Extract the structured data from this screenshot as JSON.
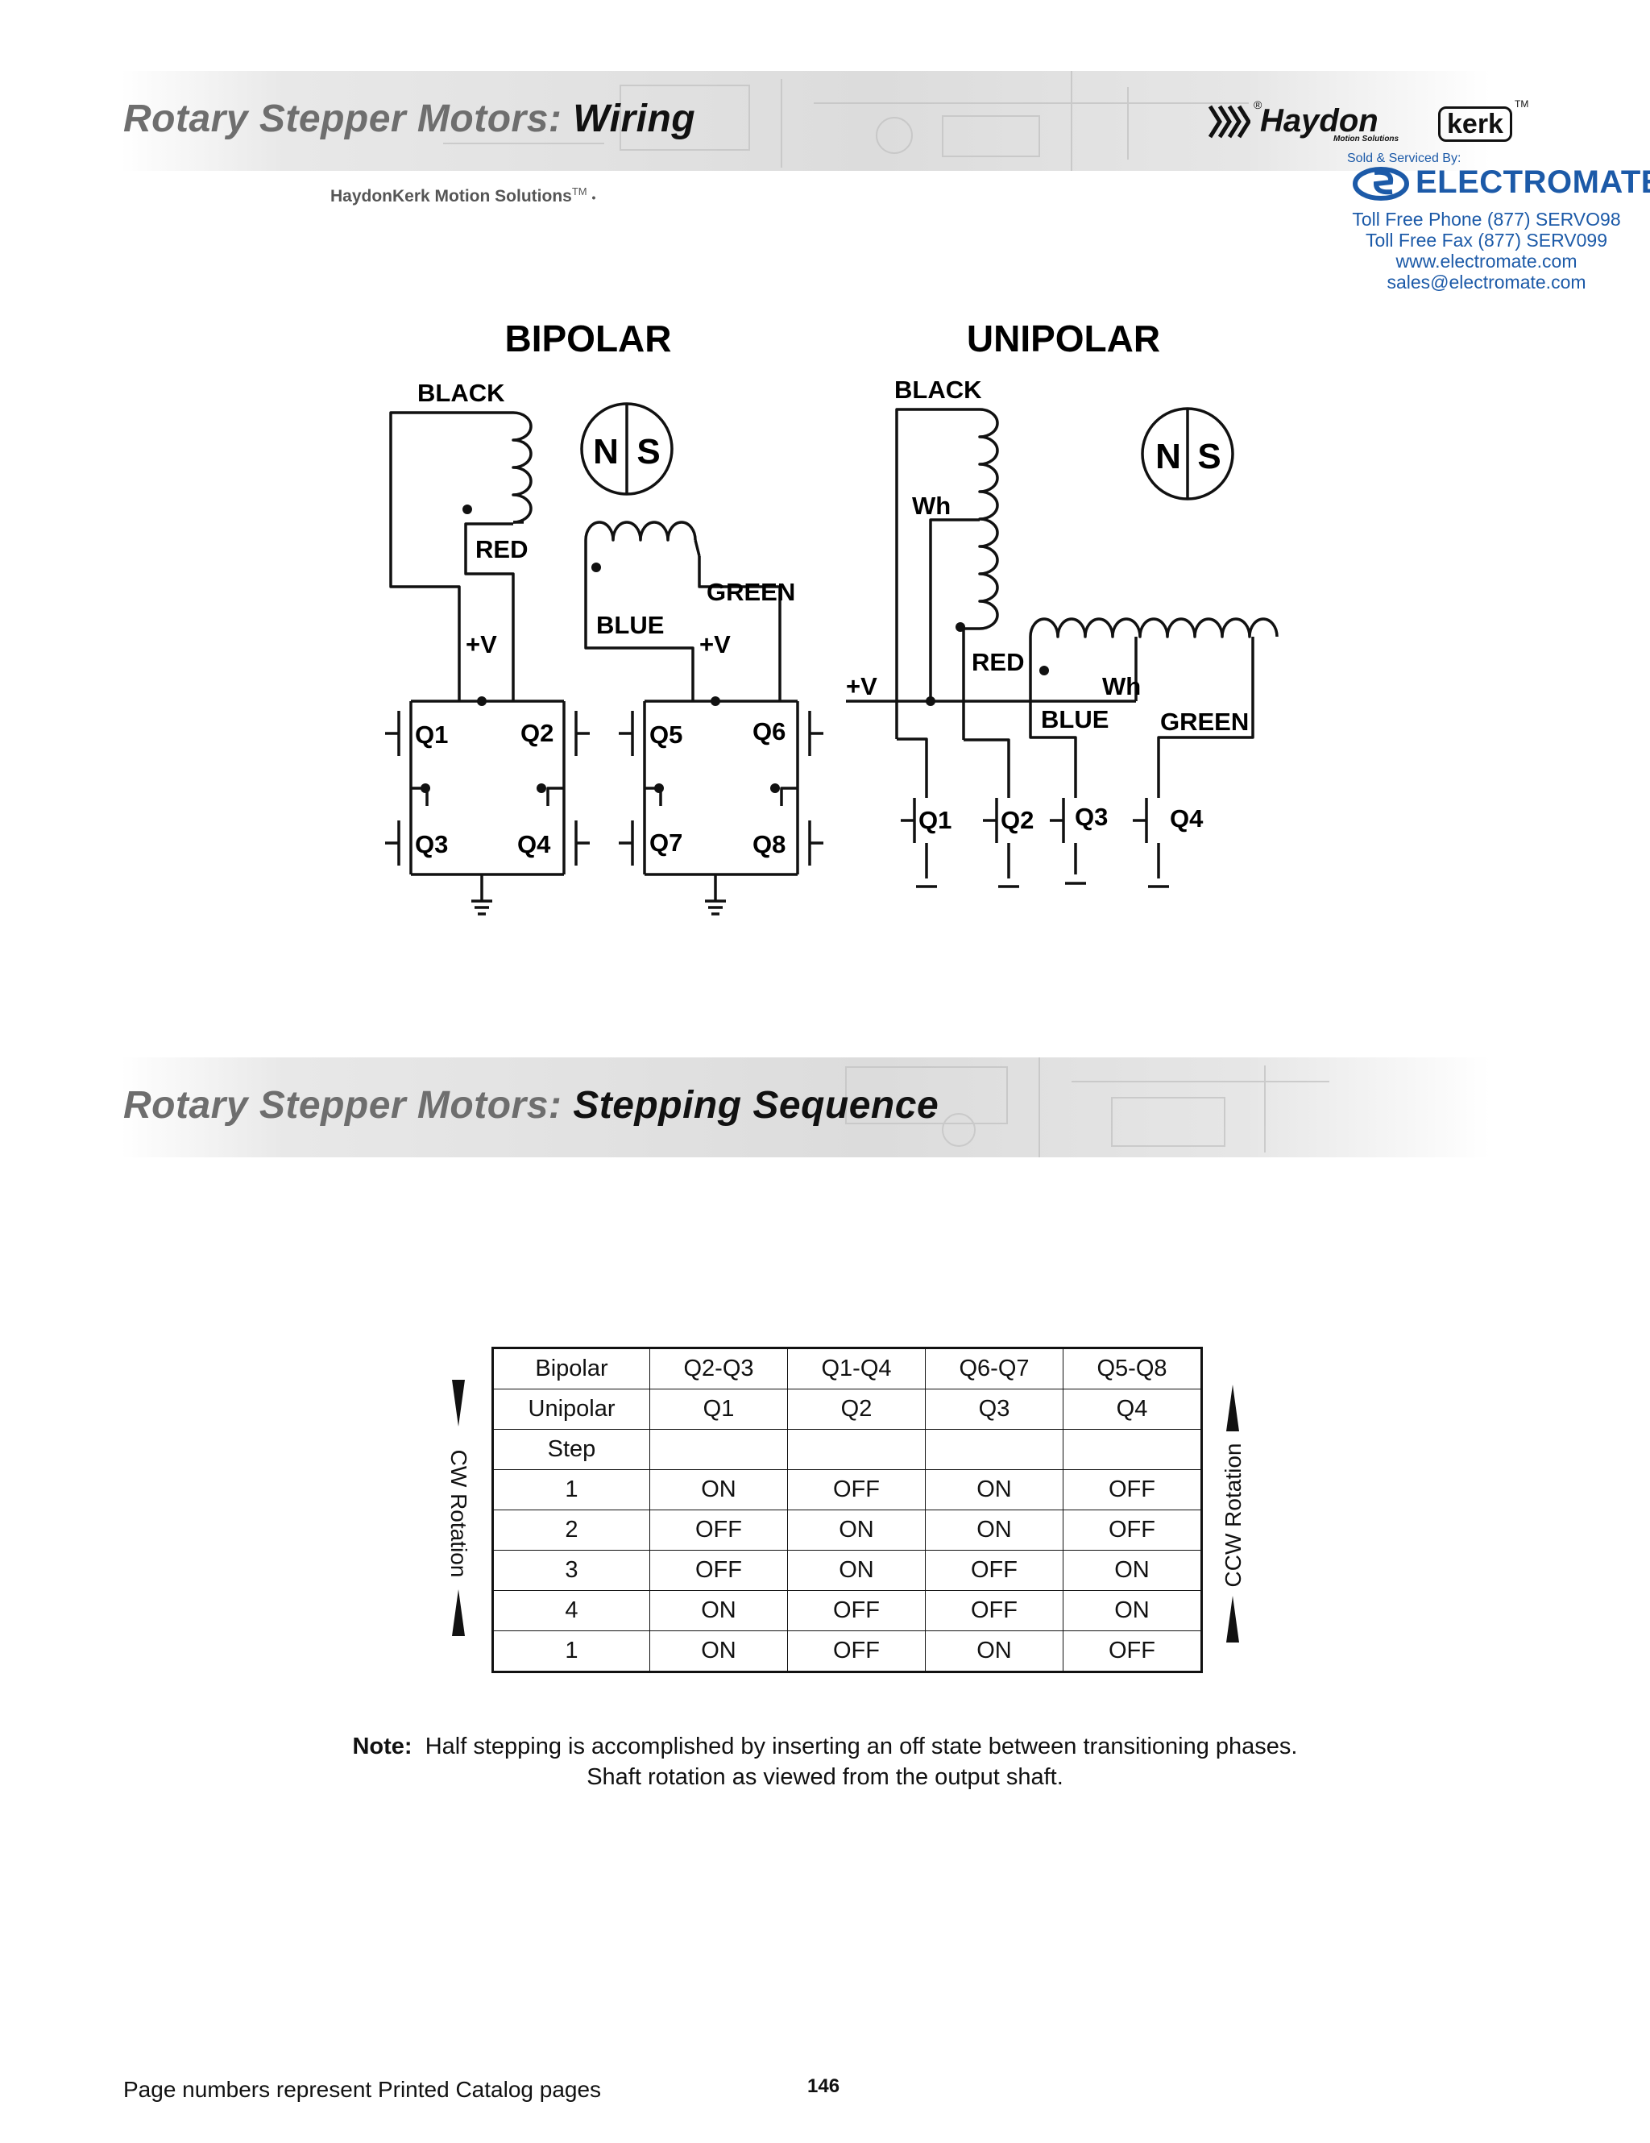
{
  "header": {
    "wiring_title_prefix": "Rotary Stepper Motors:",
    "wiring_title_suffix": "Wiring",
    "tagline": "HaydonKerk Motion Solutions",
    "tagline_tm": "TM",
    "tagline_bullet": "•"
  },
  "logo": {
    "haydon": "Haydon",
    "kerk": "kerk",
    "subtitle": "Motion Solutions",
    "tm": "TM",
    "registered": "®"
  },
  "distributor": {
    "sold_by": "Sold & Serviced By:",
    "name": "ELECTROMATE",
    "phone": "Toll Free Phone  (877) SERVO98",
    "fax": "Toll Free Fax  (877) SERV099",
    "web": "www.electromate.com",
    "email": "sales@electromate.com",
    "brand_color": "#1c5aa8"
  },
  "wiring": {
    "bipolar_title": "BIPOLAR",
    "unipolar_title": "UNIPOLAR",
    "pole_n": "N",
    "pole_s": "S",
    "bipolar_labels": {
      "black": "BLACK",
      "red": "RED",
      "blue": "BLUE",
      "green": "GREEN",
      "vplus_1": "+V",
      "vplus_2": "+V",
      "q1": "Q1",
      "q2": "Q2",
      "q3": "Q3",
      "q4": "Q4",
      "q5": "Q5",
      "q6": "Q6",
      "q7": "Q7",
      "q8": "Q8"
    },
    "unipolar_labels": {
      "black": "BLACK",
      "wh_1": "Wh",
      "red": "RED",
      "wh_2": "Wh",
      "blue": "BLUE",
      "green": "GREEN",
      "vplus": "+V",
      "q1": "Q1",
      "q2": "Q2",
      "q3": "Q3",
      "q4": "Q4"
    }
  },
  "sequence_section": {
    "title_prefix": "Rotary Stepper Motors:",
    "title_suffix": "Stepping Sequence"
  },
  "sequence_table": {
    "rows": [
      [
        "Bipolar",
        "Q2-Q3",
        "Q1-Q4",
        "Q6-Q7",
        "Q5-Q8"
      ],
      [
        "Unipolar",
        "Q1",
        "Q2",
        "Q3",
        "Q4"
      ],
      [
        "Step",
        "",
        "",
        "",
        ""
      ],
      [
        "1",
        "ON",
        "OFF",
        "ON",
        "OFF"
      ],
      [
        "2",
        "OFF",
        "ON",
        "ON",
        "OFF"
      ],
      [
        "3",
        "OFF",
        "ON",
        "OFF",
        "ON"
      ],
      [
        "4",
        "ON",
        "OFF",
        "OFF",
        "ON"
      ],
      [
        "1",
        "ON",
        "OFF",
        "ON",
        "OFF"
      ]
    ],
    "cw_label": "CW Rotation",
    "ccw_label": "CCW Rotation"
  },
  "note": {
    "label": "Note:",
    "line1": "Half stepping is accomplished by inserting an off state between transitioning phases.",
    "line2": "Shaft rotation as viewed from the output shaft."
  },
  "footer": {
    "left": "Page numbers represent Printed Catalog pages",
    "page_number": "146"
  }
}
